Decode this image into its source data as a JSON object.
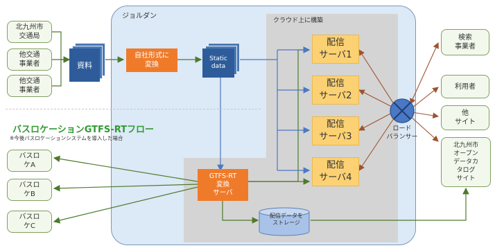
{
  "regions": {
    "jordan_label": "ジョルダン",
    "cloud_label": "クラウド上に構築"
  },
  "left_sources": [
    {
      "label": "北九州市\n交通局"
    },
    {
      "label": "他交通\n事業者"
    },
    {
      "label": "他交通\n事業者"
    }
  ],
  "documents": {
    "shiryo_label": "資料",
    "static_label": "Static\ndata"
  },
  "convert_box": "自社形式に\n変換",
  "servers": [
    {
      "label": "配信\nサーバ1"
    },
    {
      "label": "配信\nサーバ2"
    },
    {
      "label": "配信\nサーバ3"
    },
    {
      "label": "配信\nサーバ4"
    }
  ],
  "load_balancer_label": "ロード\nバランサー",
  "right_nodes": [
    {
      "label": "検索\n事業者"
    },
    {
      "label": "利用者"
    },
    {
      "label": "他\nサイト"
    },
    {
      "label": "北九州市\nオープン\nデータカ\nタログ\nサイト"
    }
  ],
  "section_title": "バスロケーションGTFS-RTフロー",
  "section_note": "※今後バスロケーションシステムを導入した場合",
  "bus_nodes": [
    {
      "label": "バスロ\nケA"
    },
    {
      "label": "バスロ\nケB"
    },
    {
      "label": "バスロ\nケC"
    }
  ],
  "gtfs_box": "GTFS-RT\n変換\nサーバ",
  "storage_label": "配信データを\nストレージ",
  "colors": {
    "green_line": "#4d7a2c",
    "blue_line": "#4a78c4",
    "brown_line": "#a0522d",
    "orange": "#ef7b2a",
    "server": "#fbd173",
    "title_green": "#2f9b31"
  }
}
